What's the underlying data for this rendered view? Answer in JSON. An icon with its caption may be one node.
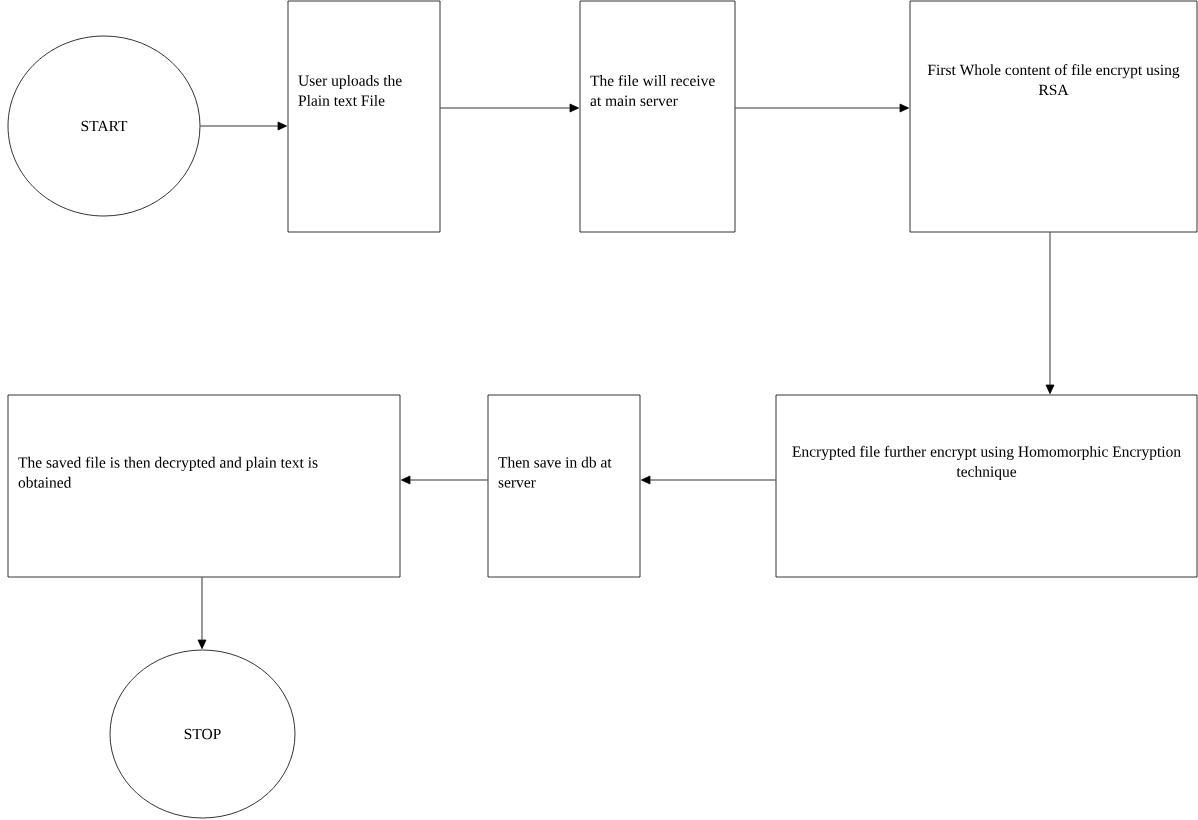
{
  "diagram": {
    "nodes": [
      {
        "text": [
          "START"
        ]
      },
      {
        "text": [
          "User uploads the Plain text File"
        ]
      },
      {
        "text": [
          "The file will receive at main server"
        ]
      },
      {
        "text": [
          "First Whole content of file encrypt using RSA"
        ]
      },
      {
        "text": [
          "Encrypted file further encrypt using Homomorphic Encryption technique"
        ]
      },
      {
        "text": [
          "Then save in db at server"
        ]
      },
      {
        "text": [
          "The saved file is then decrypted and plain text is obtained"
        ]
      },
      {
        "text": [
          "STOP"
        ]
      }
    ],
    "edges": [
      {
        "from": 0,
        "to": 1,
        "arrow": "to"
      },
      {
        "from": 1,
        "to": 2,
        "arrow": "to"
      },
      {
        "from": 2,
        "to": 3,
        "arrow": "to"
      },
      {
        "from": 3,
        "to": 4,
        "arrow": "to"
      },
      {
        "from": 4,
        "to": 5,
        "arrow": "to"
      },
      {
        "from": 5,
        "to": 6,
        "arrow": "to"
      },
      {
        "from": 6,
        "to": 7,
        "arrow": "to"
      }
    ]
  }
}
